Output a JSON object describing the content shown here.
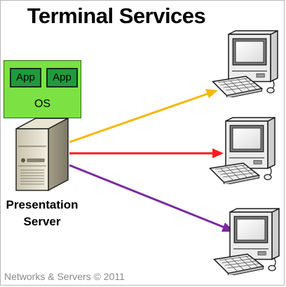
{
  "title": "Terminal Services",
  "os_box": {
    "label": "OS",
    "apps": [
      "App",
      "App"
    ]
  },
  "server": {
    "label_line1": "Presentation",
    "label_line2": "Server"
  },
  "connections": [
    {
      "color": "#f5b800"
    },
    {
      "color": "#ff1a1a"
    },
    {
      "color": "#7a2aa0"
    }
  ],
  "footer": "Networks & Servers © 2011"
}
